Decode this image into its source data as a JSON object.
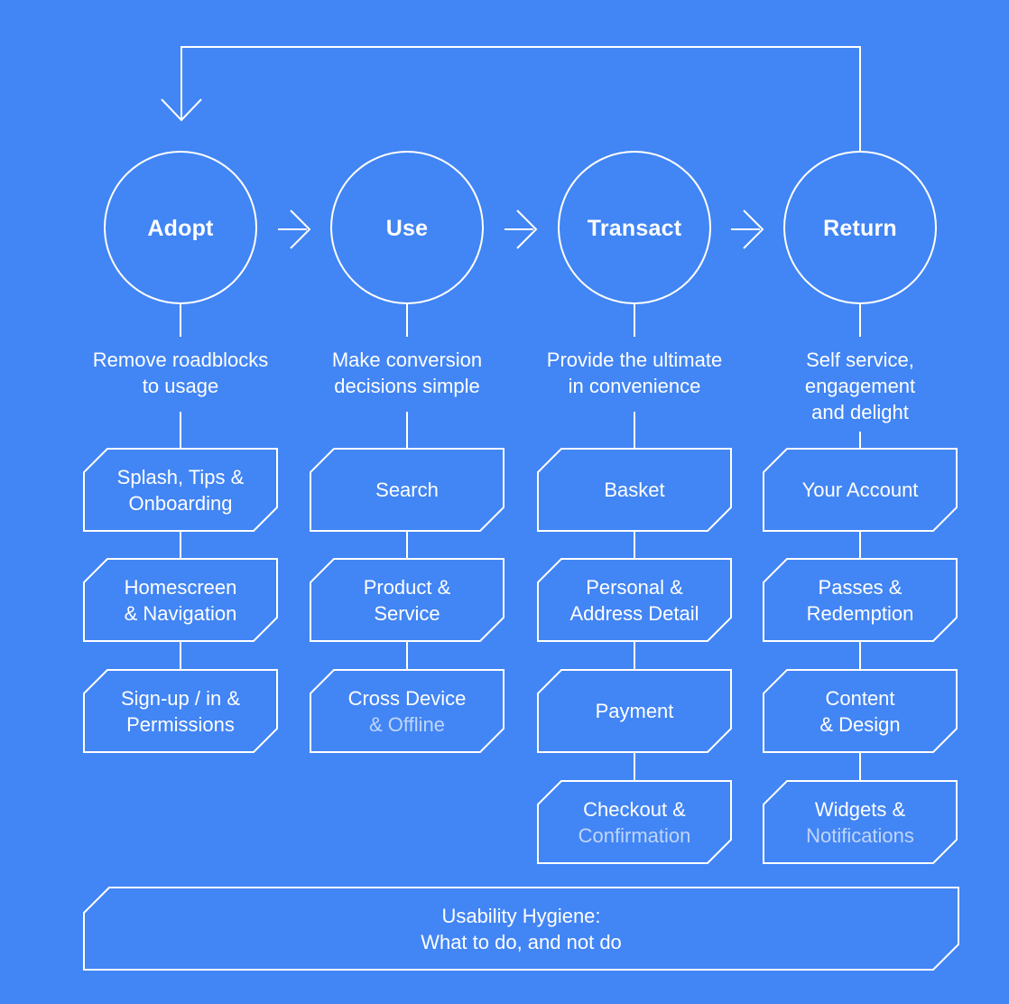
{
  "colors": {
    "background": "#4285f4",
    "line": "#ffffff",
    "text_primary": "#ffffff",
    "text_faded": "rgba(255,255,255,0.66)"
  },
  "stages": [
    {
      "label": "Adopt",
      "description": [
        "Remove roadblocks",
        "to usage"
      ],
      "boxes": [
        {
          "lines": [
            "Splash, Tips &",
            "Onboarding"
          ]
        },
        {
          "lines": [
            "Homescreen",
            "& Navigation"
          ]
        },
        {
          "lines": [
            "Sign-up / in &",
            "Permissions"
          ]
        }
      ]
    },
    {
      "label": "Use",
      "description": [
        "Make conversion",
        "decisions simple"
      ],
      "boxes": [
        {
          "lines": [
            "Search"
          ]
        },
        {
          "lines": [
            "Product &",
            "Service"
          ]
        },
        {
          "lines": [
            "Cross Device",
            "& Offline"
          ],
          "faded_line": 2
        }
      ]
    },
    {
      "label": "Transact",
      "description": [
        "Provide the ultimate",
        "in convenience"
      ],
      "boxes": [
        {
          "lines": [
            "Basket"
          ]
        },
        {
          "lines": [
            "Personal &",
            "Address Detail"
          ]
        },
        {
          "lines": [
            "Payment"
          ]
        },
        {
          "lines": [
            "Checkout &",
            "Confirmation"
          ],
          "faded_line": 2
        }
      ]
    },
    {
      "label": "Return",
      "description": [
        "Self service,",
        "engagement",
        "and delight"
      ],
      "boxes": [
        {
          "lines": [
            "Your Account"
          ]
        },
        {
          "lines": [
            "Passes &",
            "Redemption"
          ]
        },
        {
          "lines": [
            "Content",
            "& Design"
          ]
        },
        {
          "lines": [
            "Widgets &",
            "Notifications"
          ],
          "faded_line": 2
        }
      ]
    }
  ],
  "footer": {
    "lines": [
      "Usability Hygiene:",
      "What to do, and not do"
    ]
  }
}
